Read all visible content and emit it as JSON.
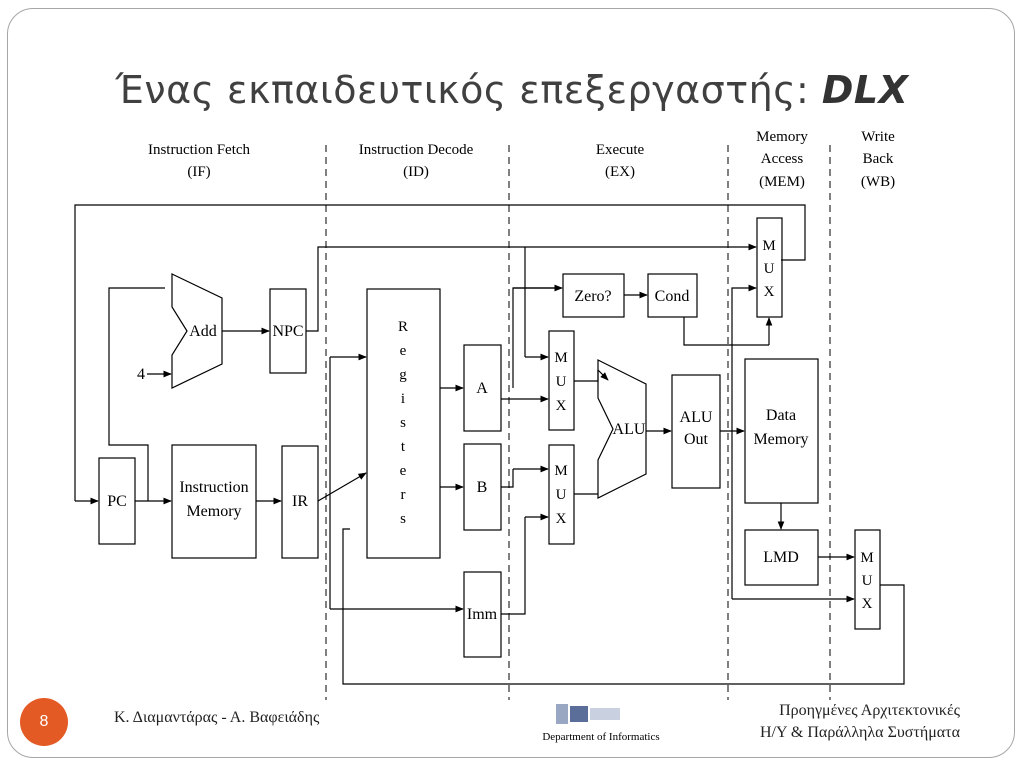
{
  "slide": {
    "title_text": "Ένας εκπαιδευτικός επεξεργαστής: ",
    "title_emphasis": "DLX",
    "page_number": "8",
    "authors": "Κ. Διαμαντάρας - Α. Βαφειάδης",
    "course_line1": "Προηγμένες Αρχιτεκτονικές",
    "course_line2": "Η/Υ & Παράλληλα Συστήματα",
    "logo_text": "Department of Informatics",
    "accent_color": "#e35a24"
  },
  "stages": {
    "if": [
      "Instruction Fetch",
      "(IF)"
    ],
    "id": [
      "Instruction Decode",
      "(ID)"
    ],
    "ex": [
      "Execute",
      "(EX)"
    ],
    "mem": [
      "Memory",
      "Access",
      "(MEM)"
    ],
    "wb": [
      "Write",
      "Back",
      "(WB)"
    ]
  },
  "blocks": {
    "add": "Add",
    "four": "4",
    "npc": "NPC",
    "pc": "PC",
    "imem": [
      "Instruction",
      "Memory"
    ],
    "ir": "IR",
    "registers": [
      "R",
      "e",
      "g",
      "i",
      "s",
      "t",
      "e",
      "r",
      "s"
    ],
    "a": "A",
    "b": "B",
    "imm": "Imm",
    "zero": "Zero?",
    "cond": "Cond",
    "mux": [
      "M",
      "U",
      "X"
    ],
    "alu": "ALU",
    "alu_out": [
      "ALU",
      "Out"
    ],
    "dmem": [
      "Data",
      "Memory"
    ],
    "lmd": "LMD"
  }
}
